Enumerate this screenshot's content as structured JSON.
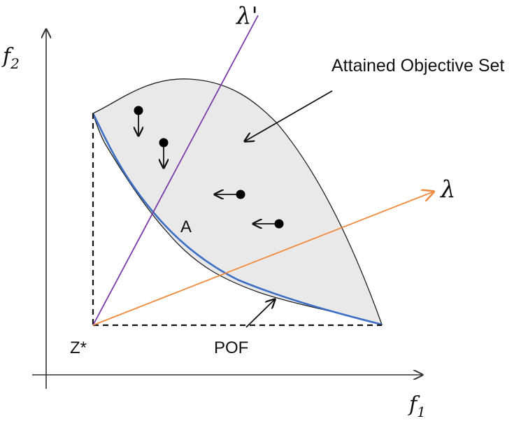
{
  "labels": {
    "f2_main": "f",
    "f2_sub": "2",
    "f1_main": "f",
    "f1_sub": "1",
    "lambda_prime": "λ'",
    "lambda": "λ",
    "attained_set": "Attained Objective Set",
    "region_a": "A",
    "ideal_point": "Z*",
    "pof": "POF"
  },
  "colors": {
    "region_fill": "#e9e9e9",
    "region_outline": "#222222",
    "pof_curve": "#3d6fc4",
    "lambda_line": "#f08a3c",
    "lambda_prime_line": "#7b3aa8",
    "axis": "#333333",
    "dashed": "#111111"
  },
  "icons": {
    "arrow_down": "arrow-down-icon",
    "arrow_left": "arrow-left-icon",
    "callout": "callout-arrow-icon"
  }
}
